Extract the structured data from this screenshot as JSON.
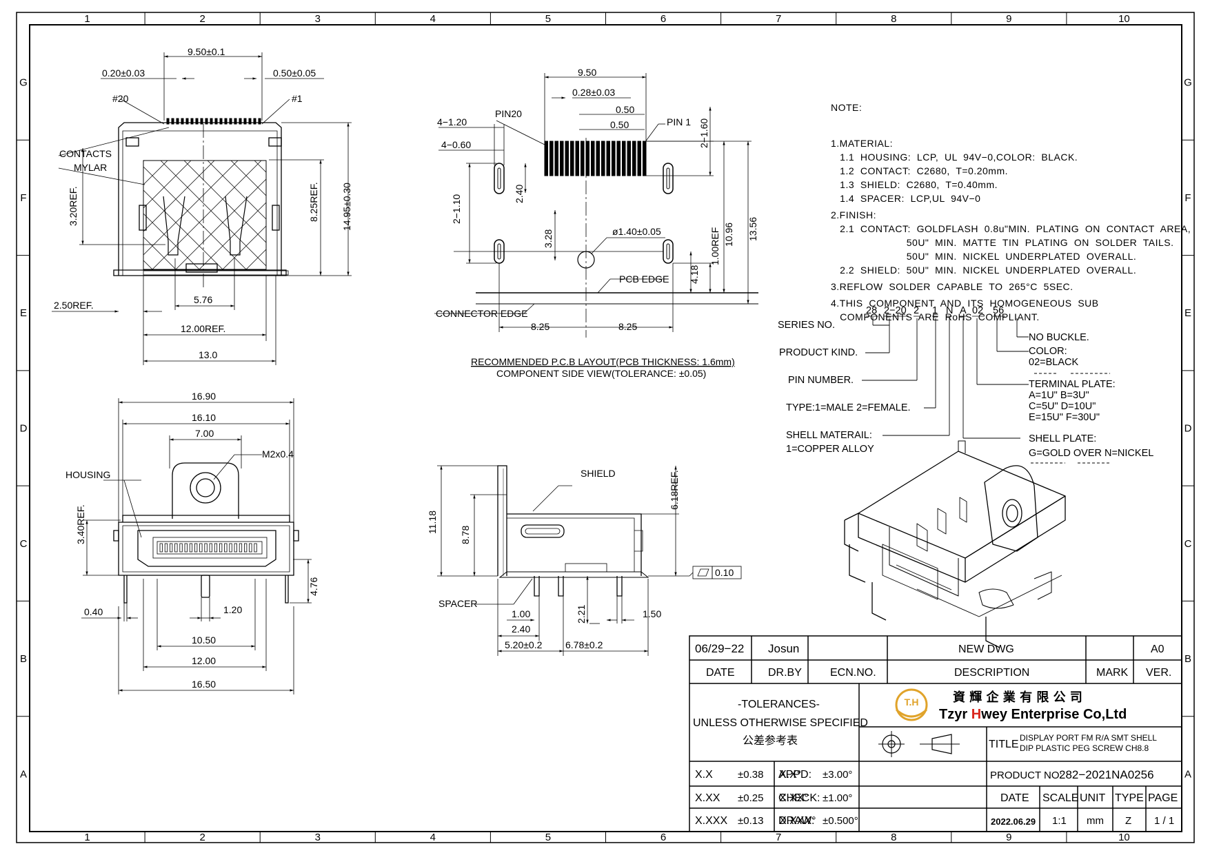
{
  "border": {
    "cols": [
      "1",
      "2",
      "3",
      "4",
      "5",
      "6",
      "7",
      "8",
      "9",
      "10"
    ],
    "rows": [
      "G",
      "F",
      "E",
      "D",
      "C",
      "B",
      "A"
    ]
  },
  "front_view": {
    "dim_top": "9.50±0.1",
    "dim_left_pitch": "0.20±0.03",
    "dim_right_pitch": "0.50±0.05",
    "pin20": "#20",
    "pin1": "#1",
    "contacts": "CONTACTS",
    "mylar": "MYLAR",
    "dim_320": "3.20REF.",
    "dim_825": "8.25REF.",
    "dim_1495": "14.95±0.30",
    "dim_576": "5.76",
    "dim_250": "2.50REF.",
    "dim_1200": "12.00REF.",
    "dim_130": "13.0"
  },
  "pcb_layout": {
    "dim_950": "9.50",
    "dim_028": "0.28±0.03",
    "dim_050a": "0.50",
    "dim_050b": "0.50",
    "pin20": "PIN20",
    "pin1": "PIN 1",
    "dim_4_120": "4−1.20",
    "dim_4_060": "4−0.60",
    "dim_160": "2−1.60",
    "dim_2_110": "2−1.10",
    "dim_240": "2.40",
    "dim_328": "3.28",
    "dim_hole": "ø1.40±0.05",
    "dim_1096": "10.96",
    "dim_1356": "13.56",
    "dim_100": "1.00REF",
    "dim_418": "4.18",
    "pcb_edge": "PCB EDGE",
    "connector_edge": "CONNECTOR EDGE",
    "dim_825a": "8.25",
    "dim_825b": "8.25",
    "caption1": "RECOMMENDED P.C.B LAYOUT(PCB THICKNESS: 1.6mm)",
    "caption2": "COMPONENT SIDE VIEW(TOLERANCE: ±0.05)"
  },
  "notes": {
    "title": "NOTE:",
    "lines": [
      "1.MATERIAL:",
      "   1.1  HOUSING:  LCP,  UL  94V−0,COLOR:  BLACK.",
      "   1.2  CONTACT:  C2680,  T=0.20mm.",
      "   1.3  SHIELD:  C2680,  T=0.40mm.",
      "   1.4  SPACER:  LCP,UL  94V−0",
      "2.FINISH:",
      "   2.1  CONTACT:  GOLDFLASH  0.8u\"MIN.  PLATING  ON  CONTACT  AREA,",
      "                         50U\"  MIN.  MATTE  TIN  PLATING  ON  SOLDER  TAILS.",
      "                         50U\"  MIN.  NICKEL  UNDERPLATED  OVERALL.",
      "   2.2  SHIELD:  50U\"  MIN.  NICKEL  UNDERPLATED  OVERALL.",
      "3.REFLOW  SOLDER  CAPABLE  TO  265°C  5SEC.",
      "4.THIS  COMPONENT  AND  ITS  HOMOGENEOUS  SUB",
      "   COMPONENTS  ARE  RoHS  COMPLIANT."
    ]
  },
  "part_code": {
    "codes": [
      "28",
      "2−20",
      "2",
      "1",
      "N",
      "A",
      "02",
      "56"
    ],
    "series": "SERIES  NO.",
    "product_kind": "PRODUCT  KIND.",
    "pin_number": "PIN  NUMBER.",
    "type": "TYPE:1=MALE  2=FEMALE.",
    "shell_material": "SHELL  MATERAIL:",
    "shell_material_val": "1=COPPER  ALLOY",
    "no_buckle": "NO  BUCKLE.",
    "color": "COLOR:",
    "color_val": "02=BLACK",
    "terminal_plate": "TERMINAL  PLATE:",
    "terminal_1": "A=1U\"    B=3U\"",
    "terminal_2": "C=5U\"    D=10U\"",
    "terminal_3": "E=15U\"  F=30U\"",
    "shell_plate": "SHELL  PLATE:",
    "shell_plate_val": "G=GOLD  OVER  N=NICKEL"
  },
  "bottom_view": {
    "dim_1690": "16.90",
    "dim_1610": "16.10",
    "dim_700": "7.00",
    "screw": "M2x0.4",
    "housing": "HOUSING",
    "dim_340": "3.40REF.",
    "dim_476": "4.76",
    "dim_040": "0.40",
    "dim_120": "1.20",
    "dim_1050": "10.50",
    "dim_1200": "12.00",
    "dim_1650": "16.50"
  },
  "side_view": {
    "shield": "SHIELD",
    "dim_618": "6.18REF.",
    "dim_1118": "11.18",
    "dim_878": "8.78",
    "flatness": "0.10",
    "spacer": "SPACER",
    "dim_100": "1.00",
    "dim_240": "2.40",
    "dim_221": "2.21",
    "dim_150": "1.50",
    "dim_520": "5.20±0.2",
    "dim_678": "6.78±0.2"
  },
  "title_block": {
    "rev_date": "06/29−22",
    "rev_by": "Josun",
    "rev_desc": "NEW  DWG",
    "rev_ver": "A0",
    "h_date": "DATE",
    "h_drby": "DR.BY",
    "h_ecn": "ECN.NO.",
    "h_desc": "DESCRIPTION",
    "h_mark": "MARK",
    "h_ver": "VER.",
    "tol_title": "-TOLERANCES-",
    "tol_sub": "UNLESS OTHERWISE SPECIFIED",
    "tol_cn": "公差参考表",
    "logo_text": "T.H",
    "company_cn": "資 輝 企 業 有 限 公 司",
    "company_en_1": "Tzyr ",
    "company_en_2": "H",
    "company_en_3": "wey Enterprise Co,Ltd",
    "title_label": "TITLE",
    "title_1": "DISPLAY PORT FM R/A SMT SHELL",
    "title_2": "DIP PLASTIC PEG SCREW CH8.8",
    "tol_rows": [
      {
        "k1": "X.X",
        "v1": "±0.38",
        "k2": "X.X°",
        "v2": "±3.00°"
      },
      {
        "k1": "X.XX",
        "v1": "±0.25",
        "k2": "X.XX°",
        "v2": "±1.00°"
      },
      {
        "k1": "X.XXX",
        "v1": "±0.13",
        "k2": "X.XXX°",
        "v2": "±0.500°"
      }
    ],
    "appd": "APPD:",
    "check": "CHECK:",
    "draw": "DRAW:",
    "product_no_label": "PRODUCT NO:",
    "product_no": "282−2021NA0256",
    "f_date": "DATE",
    "f_scale": "SCALE",
    "f_unit": "UNIT",
    "f_type": "TYPE",
    "f_page": "PAGE",
    "v_date": "2022.06.29",
    "v_scale": "1:1",
    "v_unit": "mm",
    "v_type": "Z",
    "v_page": "1 / 1"
  },
  "colors": {
    "logo_gold": "#e0a32a",
    "brand_red": "#d9261c"
  }
}
